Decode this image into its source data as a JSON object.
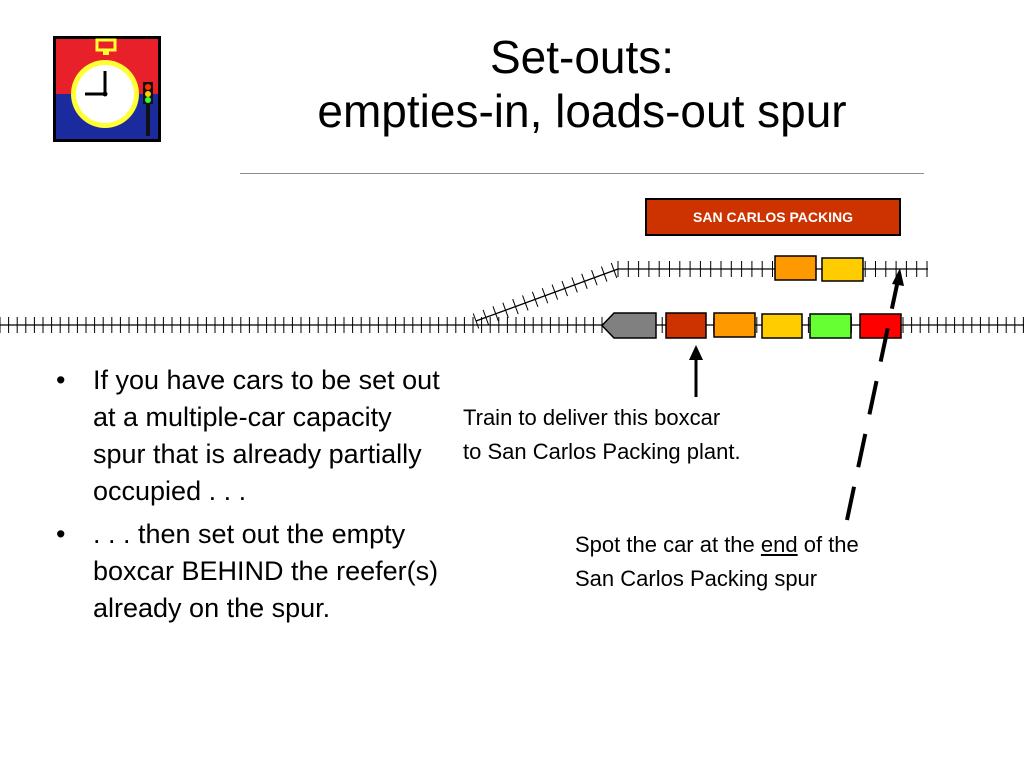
{
  "title": {
    "line1": "Set-outs:",
    "line2": "empties-in, loads-out spur"
  },
  "logo": {
    "icon": "stopwatch-with-signal-icon",
    "colors": {
      "top": "#e8202a",
      "bottom": "#1b2a9c",
      "watch_case": "#ffff33"
    }
  },
  "industry_label": "SAN CARLOS PACKING",
  "bullets": [
    "If you have cars to be set out at a multiple-car capacity spur that is already partially occupied . . .",
    ". . . then set out the empty boxcar BEHIND the reefer(s) already on the spur."
  ],
  "note_deliver": {
    "line1": "Train to deliver this boxcar",
    "line2": "to San Carlos Packing plant."
  },
  "note_spot": {
    "before": "Spot the car at the ",
    "underlined": "end",
    "after": " of the",
    "line2": "San Carlos Packing spur"
  },
  "cars": {
    "spur": [
      {
        "type": "reefer",
        "color": "#ff9900"
      },
      {
        "type": "reefer",
        "color": "#ffcc00"
      }
    ],
    "train": [
      {
        "type": "locomotive",
        "color": "#808080"
      },
      {
        "type": "boxcar",
        "color": "#cc3300"
      },
      {
        "type": "car",
        "color": "#ff9900"
      },
      {
        "type": "car",
        "color": "#ffcc00"
      },
      {
        "type": "car",
        "color": "#66ff33"
      },
      {
        "type": "car",
        "color": "#ff0000"
      }
    ]
  },
  "colors": {
    "plant_label_bg": "#cc3300",
    "track": "#000000"
  }
}
